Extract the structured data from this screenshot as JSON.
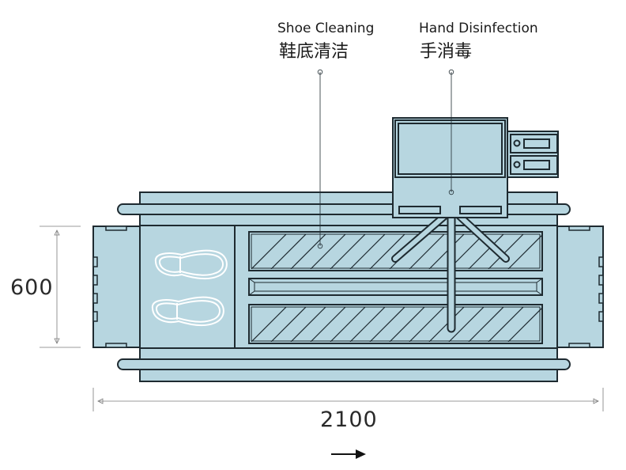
{
  "labels": {
    "shoe_cleaning_en": "Shoe Cleaning",
    "shoe_cleaning_cn": "鞋底清洁",
    "hand_disinfection_en": "Hand Disinfection",
    "hand_disinfection_cn": "手消毒"
  },
  "dimensions": {
    "depth": "600",
    "length": "2100"
  },
  "colors": {
    "body_fill": "#b7d6e0",
    "stroke": "#1e2a30",
    "dim_line": "#7a7a7a"
  },
  "icons": {
    "direction": "arrow-right-icon",
    "footprints": "shoe-outline-icon"
  }
}
